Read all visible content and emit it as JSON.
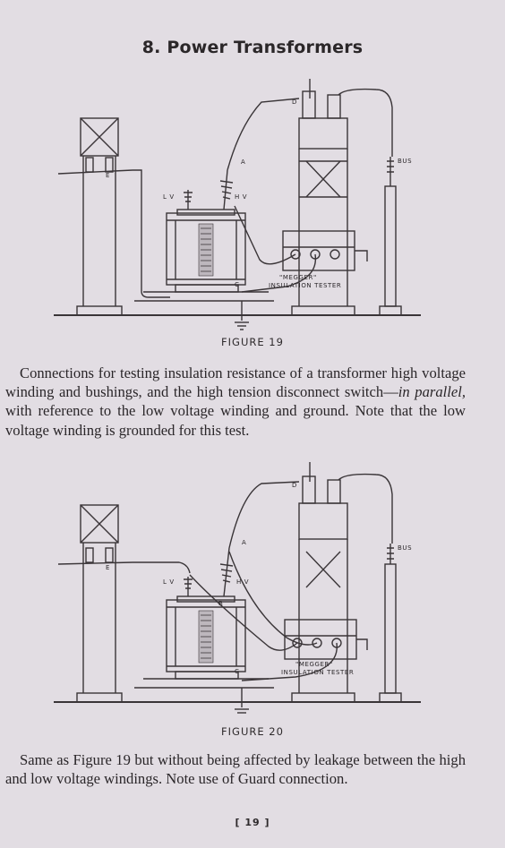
{
  "page": {
    "heading": "8. Power Transformers",
    "folio": "[ 19 ]"
  },
  "figure19": {
    "caption": "FIGURE 19",
    "labels": {
      "d": "D",
      "bus": "BUS",
      "a": "A",
      "e": "E",
      "lv": "L V",
      "hv": "H V",
      "c": "C",
      "megger": "\"MEGGER\"",
      "insulation_tester": "INSULATION TESTER"
    },
    "text_parts": [
      "Connections for testing insulation resistance of a transformer high voltage winding and bushings, and the high tension disconnect switch—",
      "in parallel,",
      " with reference to the low voltage winding and ground. Note that the low voltage winding is grounded for this test."
    ]
  },
  "figure20": {
    "caption": "FIGURE 20",
    "labels": {
      "d": "D",
      "bus": "BUS",
      "a": "A",
      "b": "B",
      "e": "E",
      "lv": "L V",
      "hv": "H V",
      "c": "C",
      "megger": "\"MEGGER\"",
      "insulation_tester": "INSULATION TESTER"
    },
    "text": "Same as Figure 19 but without being affected by leakage between the high and low voltage windings. Note use of Guard connection."
  }
}
